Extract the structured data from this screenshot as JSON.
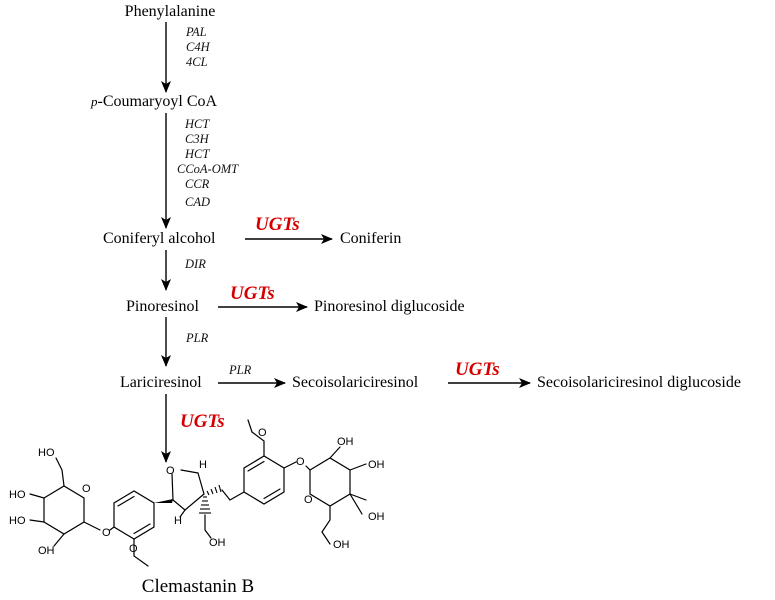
{
  "nodes": {
    "phenylalanine": "Phenylalanine",
    "coumaroyl_prefix": "p",
    "coumaroyl": "-Coumaryoyl CoA",
    "coniferyl_alcohol": "Coniferyl alcohol",
    "coniferin": "Coniferin",
    "pinoresinol": "Pinoresinol",
    "pinoresinol_diglucoside": "Pinoresinol diglucoside",
    "lariciresinol": "Lariciresinol",
    "secoisolariciresinol": "Secoisolariciresinol",
    "secoisolariciresinol_diglucoside": "Secoisolariciresinol diglucoside",
    "clemastanin_b": "Clemastanin B"
  },
  "enzymes": {
    "step1": [
      "PAL",
      "C4H",
      "4CL"
    ],
    "step2": [
      "HCT",
      "C3H",
      "HCT",
      "CCoA-OMT",
      "CCR",
      "CAD"
    ],
    "dir": "DIR",
    "plr_down": "PLR",
    "plr_right": "PLR"
  },
  "ugt_label": "UGTs",
  "atoms": {
    "oh": "OH",
    "ho": "HO",
    "o": "O",
    "h": "H"
  },
  "colors": {
    "ugt": "#d40000",
    "ink": "#000000"
  }
}
